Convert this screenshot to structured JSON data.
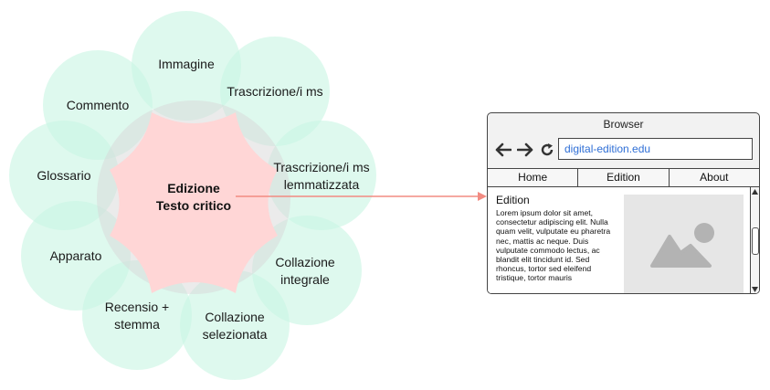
{
  "diagram": {
    "center": {
      "line1": "Edizione",
      "line2": "Testo critico"
    },
    "petals": {
      "immagine": [
        "Immagine"
      ],
      "trascrizione": [
        "Trascrizione/i ms"
      ],
      "lemmatizzata": [
        "Trascrizione/i ms",
        "lemmatizzata"
      ],
      "integrale": [
        "Collazione",
        "integrale"
      ],
      "selezionata": [
        "Collazione",
        "selezionata"
      ],
      "recensio": [
        "Recensio +",
        "stemma"
      ],
      "apparato": [
        "Apparato"
      ],
      "glossario": [
        "Glossario"
      ],
      "commento": [
        "Commento"
      ]
    },
    "arrow_color": "#f28b82"
  },
  "browser": {
    "title": "Browser",
    "url": "digital-edition.edu",
    "tabs": [
      "Home",
      "Edition",
      "About"
    ],
    "content_title": "Edition",
    "content_text": "Lorem ipsum dolor sit amet, consectetur adipiscing elit. Nulla quam velit, vulputate eu pharetra nec, mattis ac neque. Duis vulputate commodo lectus, ac blandit elit tincidunt id. Sed rhoncus, tortor sed eleifend tristique, tortor mauris",
    "icons": [
      "back-arrow-icon",
      "forward-arrow-icon",
      "reload-icon",
      "image-placeholder-icon"
    ]
  }
}
